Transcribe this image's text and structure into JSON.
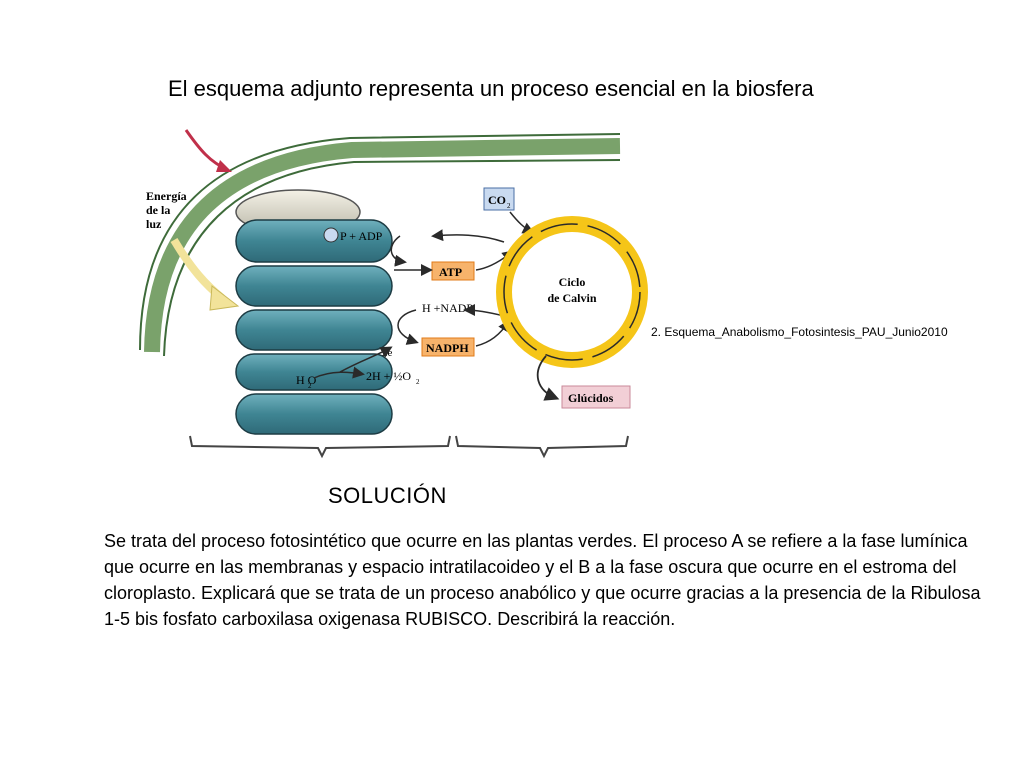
{
  "slide": {
    "title": "El esquema adjunto representa un proceso esencial en la biosfera",
    "caption": "2. Esquema_Anabolismo_Fotosintesis_PAU_Junio2010",
    "solution_heading": "SOLUCIÓN",
    "solution_text": "Se trata del proceso fotosintético que ocurre en las plantas verdes. El proceso A se refiere a la fase lumínica que ocurre en las membranas y espacio intratilacoideo y el B a la fase oscura que ocurre en el estroma del cloroplasto. Explicará que se trata de un proceso anabólico y que ocurre gracias a la presencia de la Ribulosa 1-5 bis fosfato carboxilasa oxigenasa RUBISCO. Describirá la reacción."
  },
  "diagram": {
    "light_label_line1": "Energía",
    "light_label_line2": "de la",
    "light_label_line3": "luz",
    "co2_label": "CO",
    "co2_sub": "2",
    "p_adp_label": "P + ADP",
    "atp_label": "ATP",
    "h_nadp_label": "H +NADP",
    "nadph_label": "NADPH",
    "two_e_label": "2e",
    "water_label": "H O",
    "water_sub": "2",
    "products_label": "2H + ½O",
    "products_sub": "2",
    "calvin_line1": "Ciclo",
    "calvin_line2": "de Calvin",
    "glucidos_label": "Glúcidos",
    "colors": {
      "membrane_green": "#6e9a63",
      "thylakoid_teal": "#3f8593",
      "cycle_yellow": "#f5c518",
      "label_orange": "#f7b36b",
      "label_blue": "#c9daf0",
      "label_pink": "#f2cfd6",
      "arrow_red": "#c0304a"
    }
  }
}
